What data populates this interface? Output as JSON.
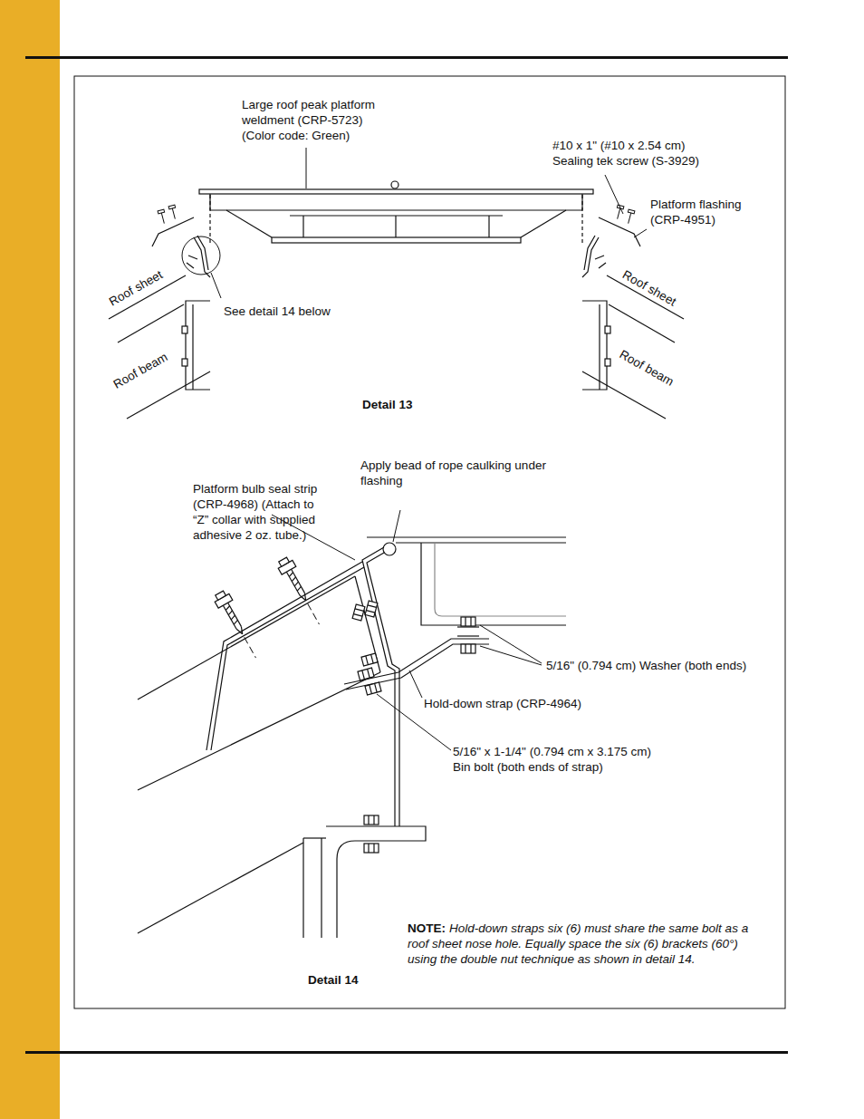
{
  "diagram": {
    "labels": [
      "Large roof peak platform weldment (CRP-5723) (Color code: Green)",
      "#10 x 1\" (#10 x 2.54 cm) Sealing tek screw (S-3929)",
      "Platform flashing (CRP-4951)",
      "Roof sheet",
      "See detail 14 below",
      "Roof sheet",
      "Roof beam",
      "Roof beam",
      "Detail 13",
      "Platform bulb seal strip (CRP-4968) (Attach to “Z” collar with supplied adhesive 2 oz. tube.)",
      "Apply bead of rope caulking under flashing",
      "5/16\" (0.794 cm) Washer (both ends)",
      "Hold-down strap (CRP-4964)",
      "5/16\" x 1-1/4\" (0.794 cm x 3.175 cm) Bin bolt (both ends of strap)",
      "NOTE:",
      "Hold-down straps six (6) must share the same bolt as a roof sheet nose hole. Equally space the six (6) brackets (60°) using the double nut technique as shown in detail 14.",
      "Detail 14"
    ]
  }
}
